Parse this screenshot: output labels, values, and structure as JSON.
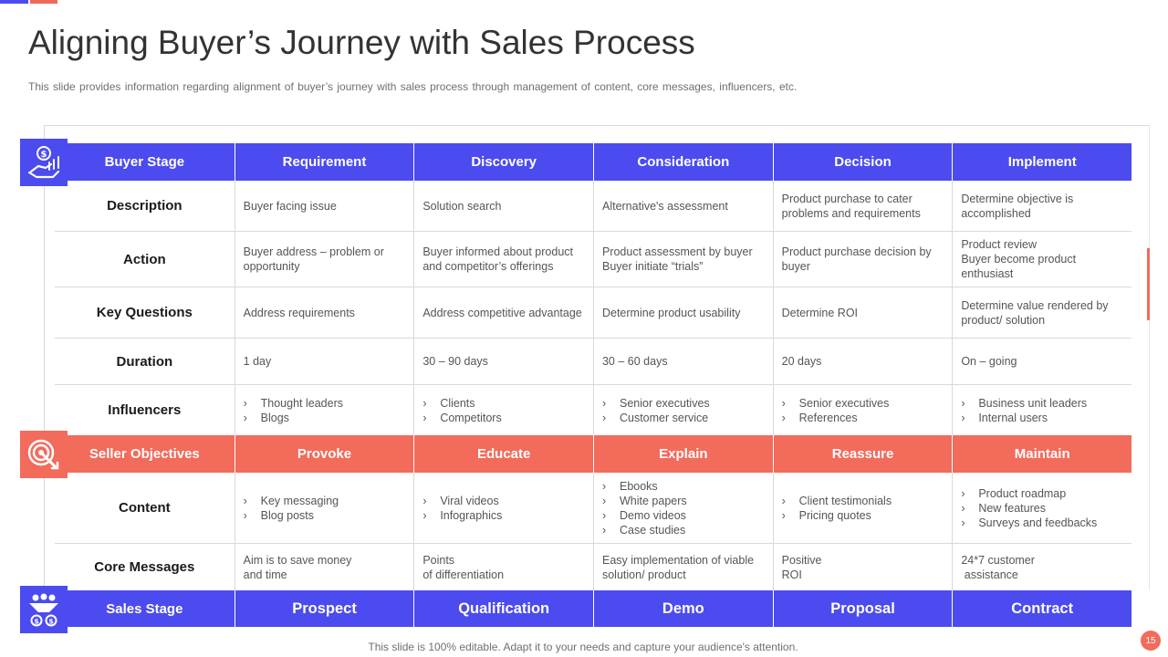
{
  "title": "Aligning Buyer’s Journey with Sales Process",
  "subtitle": "This slide provides  information  regarding  alignment  of buyer’s journey  with sales process through  management  of content, core messages, influencers,  etc.",
  "footer": "This slide is 100% editable. Adapt it to your needs and capture your audience's attention.",
  "page_number": "15",
  "colors": {
    "primary": "#4B4BF0",
    "accent": "#F26B5B"
  },
  "icons": {
    "buyer_stage": "money-hand-icon",
    "seller_objectives": "target-icon",
    "sales_stage": "team-funnel-icon"
  },
  "buyer_header": [
    "Buyer Stage",
    "Requirement",
    "Discovery",
    "Consideration",
    "Decision",
    "Implement"
  ],
  "rows": {
    "description": {
      "label": "Description",
      "cells": [
        "Buyer facing issue",
        "Solution search",
        "Alternative's assessment",
        "Product purchase to cater problems and requirements",
        "Determine  objective  is accomplished"
      ]
    },
    "action": {
      "label": "Action",
      "cells": [
        "Buyer address – problem  or opportunity",
        "Buyer informed  about product and competitor’s offerings",
        "Product assessment by buyer Buyer initiate “trials”",
        "Product purchase decision by buyer",
        "Product review\nBuyer become product enthusiast"
      ]
    },
    "key_questions": {
      "label": "Key Questions",
      "cells": [
        "Address requirements",
        "Address competitive advantage",
        "Determine  product usability",
        "Determine  ROI",
        "Determine  value  rendered  by product/ solution"
      ]
    },
    "duration": {
      "label": "Duration",
      "cells": [
        "1 day",
        "30 – 90 days",
        "30 – 60 days",
        "20 days",
        "On – going"
      ]
    },
    "influencers": {
      "label": "Influencers",
      "cells": [
        [
          "Thought  leaders",
          "Blogs"
        ],
        [
          "Clients",
          "Competitors"
        ],
        [
          "Senior executives",
          "Customer service"
        ],
        [
          "Senior executives",
          "References"
        ],
        [
          "Business unit leaders",
          "Internal  users"
        ]
      ]
    },
    "content": {
      "label": "Content",
      "cells": [
        [
          "Key messaging",
          "Blog posts"
        ],
        [
          "Viral videos",
          "Infographics"
        ],
        [
          "Ebooks",
          "White papers",
          "Demo videos",
          "Case studies"
        ],
        [
          "Client testimonials",
          "Pricing quotes"
        ],
        [
          "Product roadmap",
          "New features",
          "Surveys  and feedbacks"
        ]
      ]
    },
    "core_messages": {
      "label": "Core Messages",
      "cells": [
        "Aim is to save money\nand time",
        "Points\nof differentiation",
        "Easy implementation  of viable solution/ product",
        "Positive\nROI",
        "24*7 customer\n assistance"
      ]
    }
  },
  "seller_header": [
    "Seller Objectives",
    "Provoke",
    "Educate",
    "Explain",
    "Reassure",
    "Maintain"
  ],
  "sales_header": [
    "Sales Stage",
    "Prospect",
    "Qualification",
    "Demo",
    "Proposal",
    "Contract"
  ]
}
